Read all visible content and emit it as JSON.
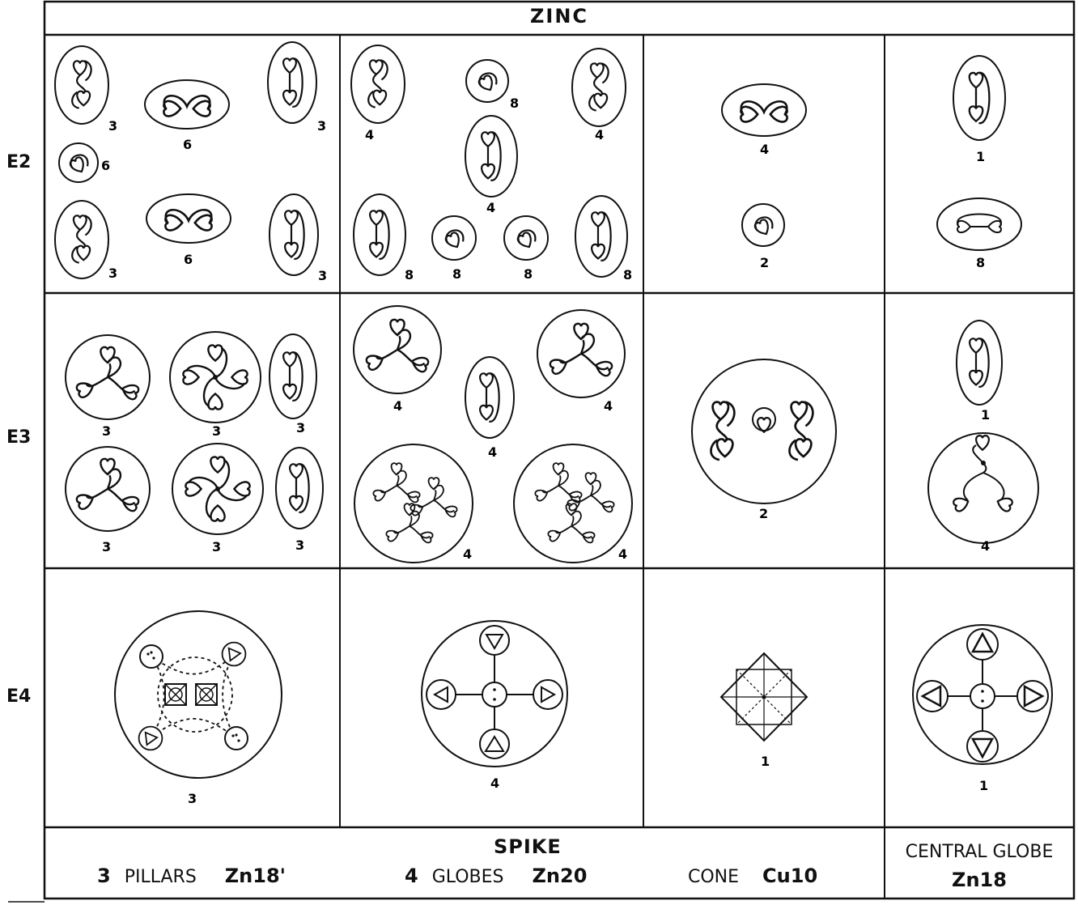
{
  "title": "ZINC",
  "rows": [
    "E2",
    "E3",
    "E4"
  ],
  "counts": {
    "c1": {
      "a": "3",
      "b": "6",
      "c": "3",
      "d": "6",
      "e": "3",
      "f": "6",
      "g": "3"
    },
    "c2": {
      "a": "4",
      "b": "8",
      "c": "4",
      "d": "4",
      "e": "8",
      "f": "8",
      "g": "8",
      "h": "8"
    },
    "c3": {
      "a": "4",
      "b": "2"
    },
    "c4": {
      "a": "1",
      "b": "8"
    },
    "e3c1": {
      "a": "3",
      "b": "3",
      "c": "3",
      "d": "3",
      "e": "3",
      "f": "3"
    },
    "e3c2": {
      "a": "4",
      "b": "4",
      "c": "4",
      "d": "4",
      "e": "4"
    },
    "e3c3": {
      "a": "2"
    },
    "e3c4": {
      "a": "1",
      "b": "4"
    },
    "e4": {
      "a": "3",
      "b": "4",
      "c": "1",
      "d": "1"
    }
  },
  "footer": {
    "spike": "SPIKE",
    "pillars_num": "3",
    "pillars": "PILLARS",
    "pillars_sym": "Zn18'",
    "globes_num": "4",
    "globes": "GLOBES",
    "globes_sym": "Zn20",
    "cone": "CONE",
    "cone_sym": "Cu10",
    "central": "CENTRAL GLOBE",
    "central_sym": "Zn18"
  }
}
